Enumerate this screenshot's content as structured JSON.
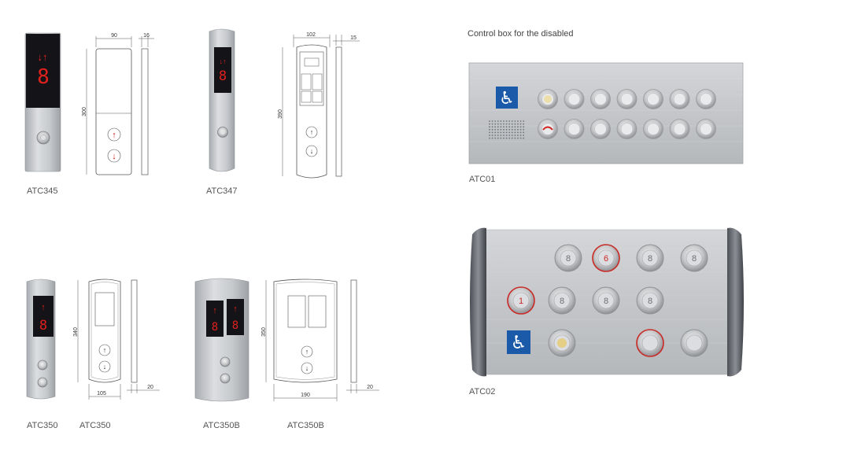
{
  "captions": {
    "atc345": "ATC345",
    "atc347": "ATC347",
    "atc350_photo": "ATC350",
    "atc350_drawing": "ATC350",
    "atc350b_photo": "ATC350B",
    "atc350b_drawing": "ATC350B",
    "atc01": "ATC01",
    "atc02": "ATC02"
  },
  "heading_disabled": "Control box for the disabled",
  "dimensions": {
    "atc345": {
      "width": "90",
      "depth": "16",
      "height": "300"
    },
    "atc347": {
      "width": "102",
      "depth": "15",
      "height": "390"
    },
    "atc350": {
      "width": "105",
      "depth": "20",
      "height": "340"
    },
    "atc350b": {
      "width": "190",
      "depth": "20",
      "height": "350"
    }
  },
  "panel_glyphs": {
    "display_digit": "8",
    "arrows_up_down": "↓↑",
    "arrow_up": "↑",
    "arrow_down": "↓"
  },
  "atc02_buttons": [
    "8",
    "6",
    "8",
    "8",
    "1",
    "8",
    "8",
    "8",
    "",
    "",
    "",
    ""
  ],
  "colors": {
    "display_red": "#e0201c",
    "accessibility_blue": "#1a5aa8",
    "steel": "#c9cbce"
  }
}
